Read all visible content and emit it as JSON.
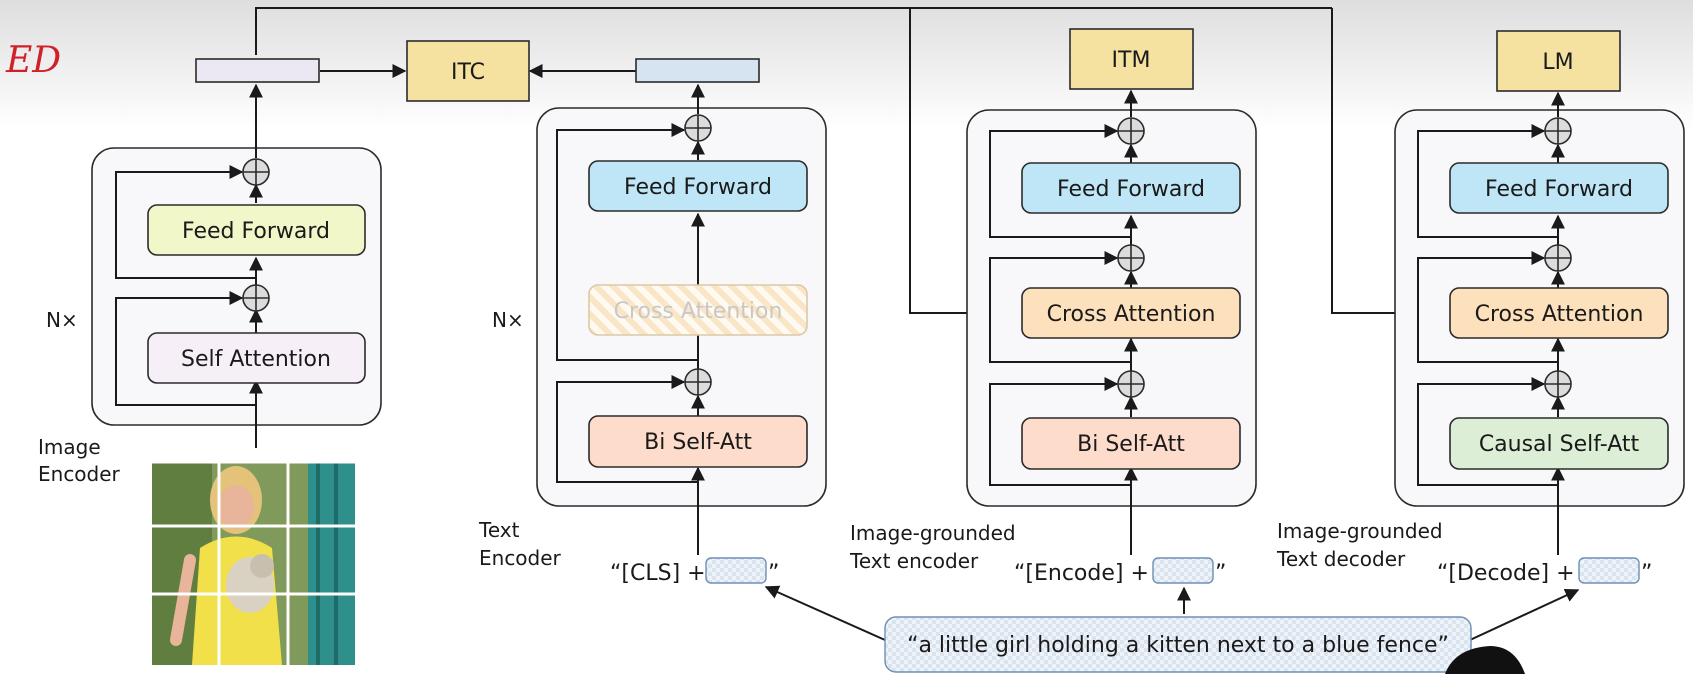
{
  "annotation": {
    "text": "ED",
    "color": "#d0202a"
  },
  "objectives": {
    "itc": "ITC",
    "itm": "ITM",
    "lm": "LM"
  },
  "image_encoder": {
    "title_line1": "Image",
    "title_line2": "Encoder",
    "repeat": "N×",
    "feed_forward": "Feed Forward",
    "self_attention": "Self Attention"
  },
  "text_encoder": {
    "title_line1": "Text",
    "title_line2": "Encoder",
    "repeat": "N×",
    "feed_forward": "Feed Forward",
    "cross_attention": "Cross Attention",
    "self_att": "Bi Self-Att",
    "input_prefix": "“[CLS] +",
    "input_suffix": "”"
  },
  "grounded_encoder": {
    "title_line1": "Image-grounded",
    "title_line2": "Text encoder",
    "feed_forward": "Feed Forward",
    "cross_attention": "Cross Attention",
    "self_att": "Bi Self-Att",
    "input_prefix": "“[Encode] +",
    "input_suffix": "”"
  },
  "grounded_decoder": {
    "title_line1": "Image-grounded",
    "title_line2": "Text decoder",
    "feed_forward": "Feed Forward",
    "cross_attention": "Cross Attention",
    "self_att": "Causal Self-Att",
    "input_prefix": "“[Decode] +",
    "input_suffix": "”"
  },
  "caption": "“a little girl holding a kitten next to a blue fence”",
  "colors": {
    "ff_image": "#f2f7c9",
    "sa_image": "#f6eff8",
    "ff_text": "#bfe6f7",
    "ca": "#fde1bd",
    "bisa": "#fddccb",
    "causal": "#dcefd6",
    "objective": "#f5e2a1",
    "feat_image": "#ece8f3",
    "feat_text": "#d6e4f2"
  }
}
